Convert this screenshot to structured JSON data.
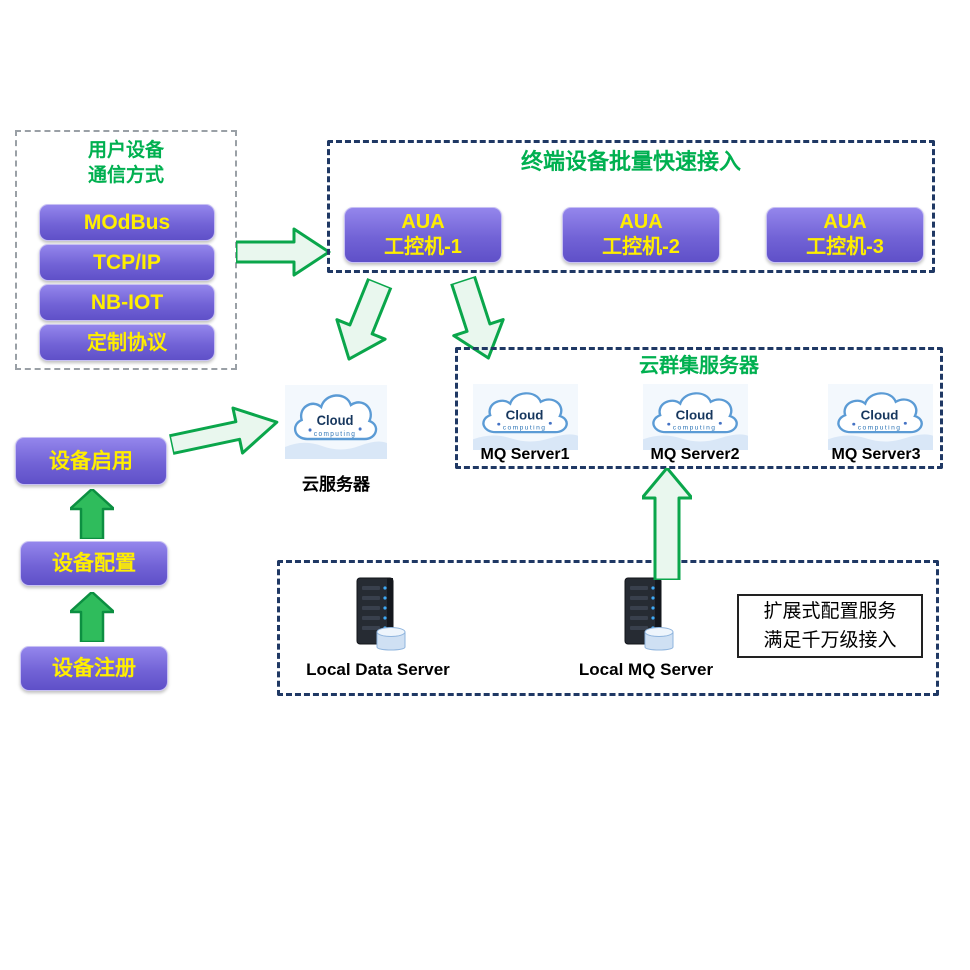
{
  "colors": {
    "node_purple": "#7263d6",
    "node_text_yellow": "#ffee00",
    "title_green": "#00b050",
    "dashed_navy": "#1f3864",
    "arrow_green": "#0aa64b"
  },
  "cloud_icon": {
    "title": "Cloud",
    "subtitle": "computing"
  },
  "user_device_panel": {
    "title_line1": "用户设备",
    "title_line2": "通信方式",
    "protocols": [
      "MOdBus",
      "TCP/IP",
      "NB-IOT",
      "定制协议"
    ]
  },
  "terminal_panel": {
    "title": "终端设备批量快速接入",
    "nodes": [
      {
        "line1": "AUA",
        "line2": "工控机-1"
      },
      {
        "line1": "AUA",
        "line2": "工控机-2"
      },
      {
        "line1": "AUA",
        "line2": "工控机-3"
      }
    ]
  },
  "cloud_server": {
    "label": "云服务器"
  },
  "cluster_panel": {
    "title": "云群集服务器",
    "servers": [
      {
        "label": "MQ Server1"
      },
      {
        "label": "MQ Server2"
      },
      {
        "label": "MQ Server3"
      }
    ]
  },
  "device_workflow": {
    "steps": [
      {
        "label": "设备注册"
      },
      {
        "label": "设备配置"
      },
      {
        "label": "设备启用"
      }
    ]
  },
  "local_panel": {
    "servers": [
      {
        "label": "Local Data Server"
      },
      {
        "label": "Local MQ Server"
      }
    ],
    "note": {
      "line1": "扩展式配置服务",
      "line2": "满足千万级接入"
    }
  }
}
